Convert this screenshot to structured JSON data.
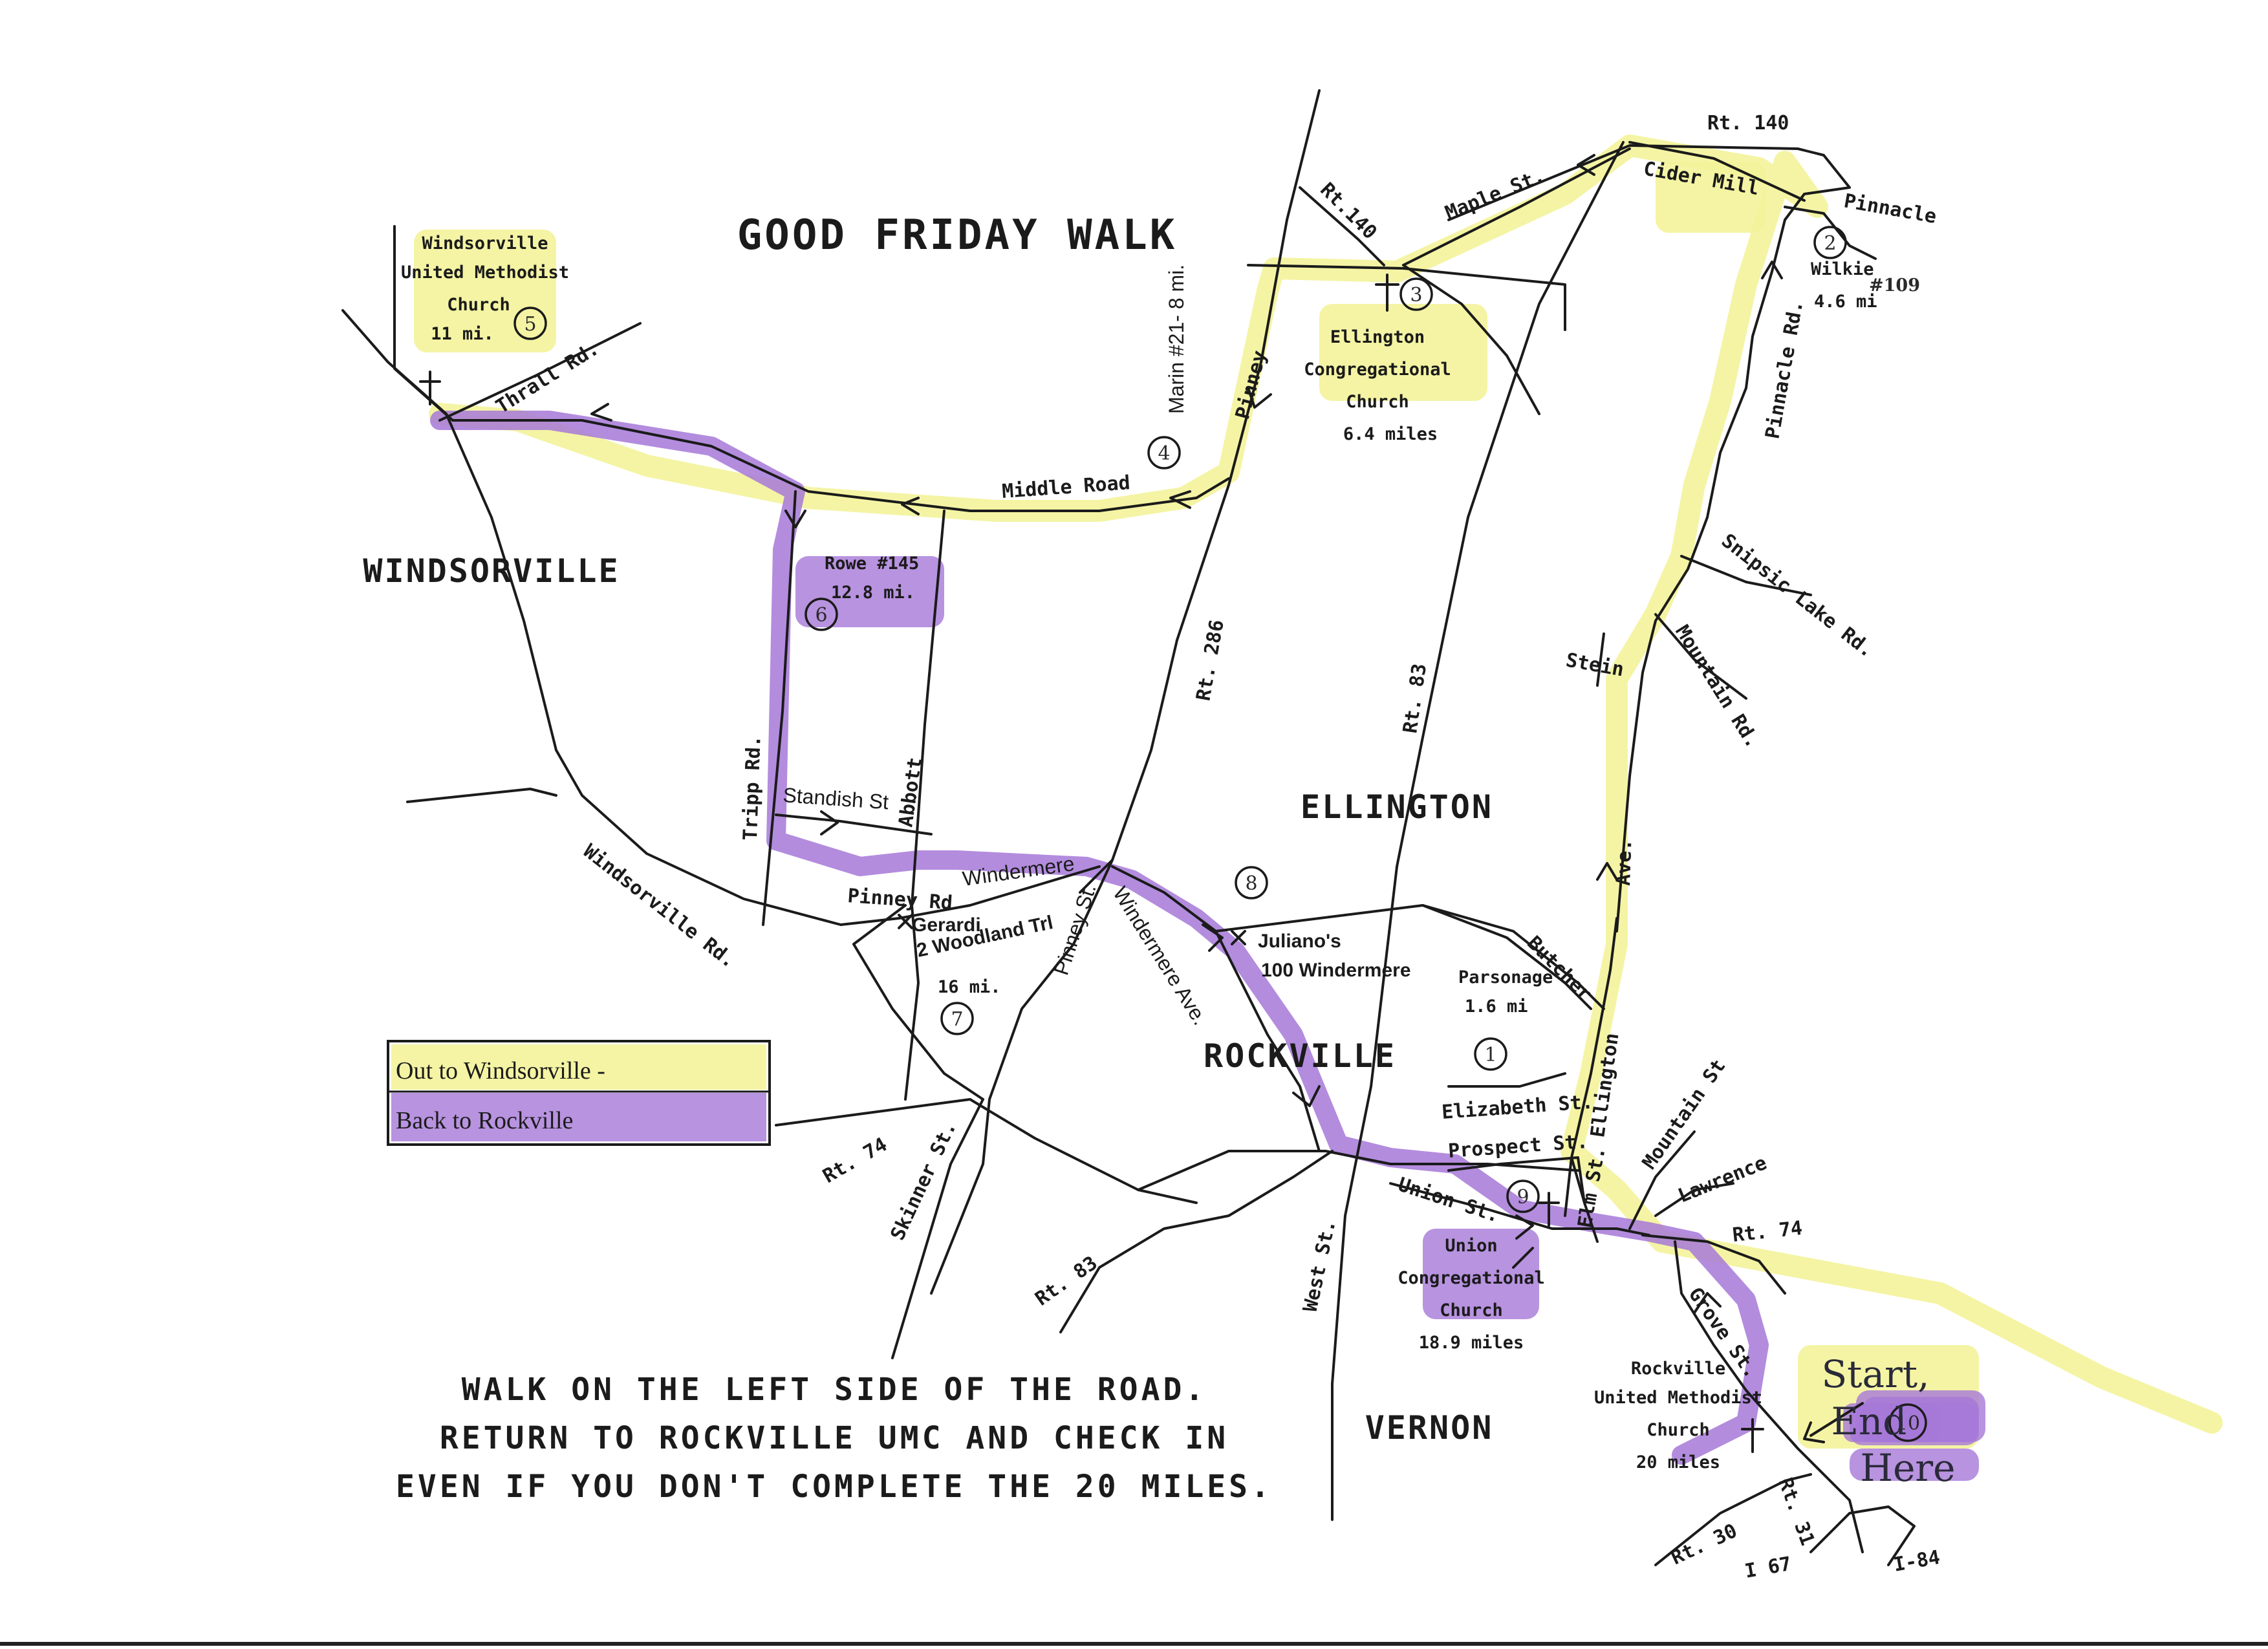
{
  "title": "GOOD FRIDAY WALK",
  "towns": {
    "windsorville": "WINDSORVILLE",
    "ellington": "ELLINGTON",
    "rockville": "ROCKVILLE",
    "vernon": "VERNON"
  },
  "roads": {
    "rt140_top": "Rt. 140",
    "rt140_left": "Rt.140",
    "cider_mill": "Cider Mill",
    "maple_st": "Maple St.",
    "pinnacle": "Pinnacle",
    "pinnacle_rd": "Pinnacle Rd.",
    "snipsic_lake": "Snipsic Lake Rd.",
    "mountain_rd": "Mountain Rd.",
    "stein": "Stein",
    "pinney": "Pinney",
    "middle_road": "Middle Road",
    "rt286": "Rt. 286",
    "rt83_mid": "Rt. 83",
    "thrall_rd": "Thrall Rd.",
    "tripp_rd": "Tripp Rd.",
    "standish_st": "Standish St",
    "abbott": "Abbott",
    "windsorville_rd": "Windsorville Rd.",
    "pinney_rd": "Pinney Rd",
    "windermere": "Windermere",
    "pinney_st": "Pinney St.",
    "windermere_ave": "Windermere Ave.",
    "ave": "Ave.",
    "butcher": "Butcher",
    "ellington_rd": "Ellington",
    "elizabeth_st": "Elizabeth St.",
    "prospect_st": "Prospect St.",
    "union_st": "Union St.",
    "elm_st": "Elm St.",
    "mountain_st": "Mountain St",
    "lawrence": "Lawrence",
    "rt74_right": "Rt. 74",
    "rt74_left": "Rt. 74",
    "skinner_st": "Skinner St.",
    "rt83_bottom": "Rt. 83",
    "west_st": "West St.",
    "grove_st": "Grove St.",
    "rt30": "Rt. 30",
    "rt31": "Rt. 31",
    "i84": "I-84",
    "i67": "I 67"
  },
  "stops": {
    "s1_name": "Parsonage",
    "s1_dist": "1.6 mi",
    "s1_num": "1",
    "s2_name": "Wilkie",
    "s2_extra": "#109",
    "s2_dist": "4.6 mi",
    "s2_num": "2",
    "s3_l1": "Ellington",
    "s3_l2": "Congregational",
    "s3_l3": "Church",
    "s3_dist": "6.4 miles",
    "s3_num": "3",
    "s4_name": "Marin #21- 8 mi.",
    "s4_num": "4",
    "s5_l1": "Windsorville",
    "s5_l2": "United Methodist",
    "s5_l3": "Church",
    "s5_dist": "11 mi.",
    "s5_num": "5",
    "s6_name": "Rowe #145",
    "s6_dist": "12.8 mi.",
    "s6_num": "6",
    "s7_l1": "Gerardi",
    "s7_l2": "2 Woodland Trl",
    "s7_dist": "16 mi.",
    "s7_num": "7",
    "s8_l1": "Juliano's",
    "s8_l2": "100 Windermere",
    "s8_num": "8",
    "s9_l1": "Union",
    "s9_l2": "Congregational",
    "s9_l3": "Church",
    "s9_dist": "18.9 miles",
    "s9_num": "9",
    "s10_l1": "Rockville",
    "s10_l2": "United Methodist",
    "s10_l3": "Church",
    "s10_dist": "20 miles",
    "s10_num": "10",
    "start_l1": "Start,",
    "start_l2": "End",
    "start_l3": "Here"
  },
  "legend": {
    "out": "Out to Windsorville -",
    "back": "Back to Rockville"
  },
  "instructions": [
    "WALK ON THE LEFT SIDE OF THE ROAD.",
    "RETURN TO ROCKVILLE UMC AND CHECK IN",
    "EVEN IF YOU DON'T COMPLETE THE 20 MILES."
  ],
  "colors": {
    "out_route": "#f3f39a",
    "back_route": "#a678d8",
    "ink": "#1b1b1b"
  }
}
